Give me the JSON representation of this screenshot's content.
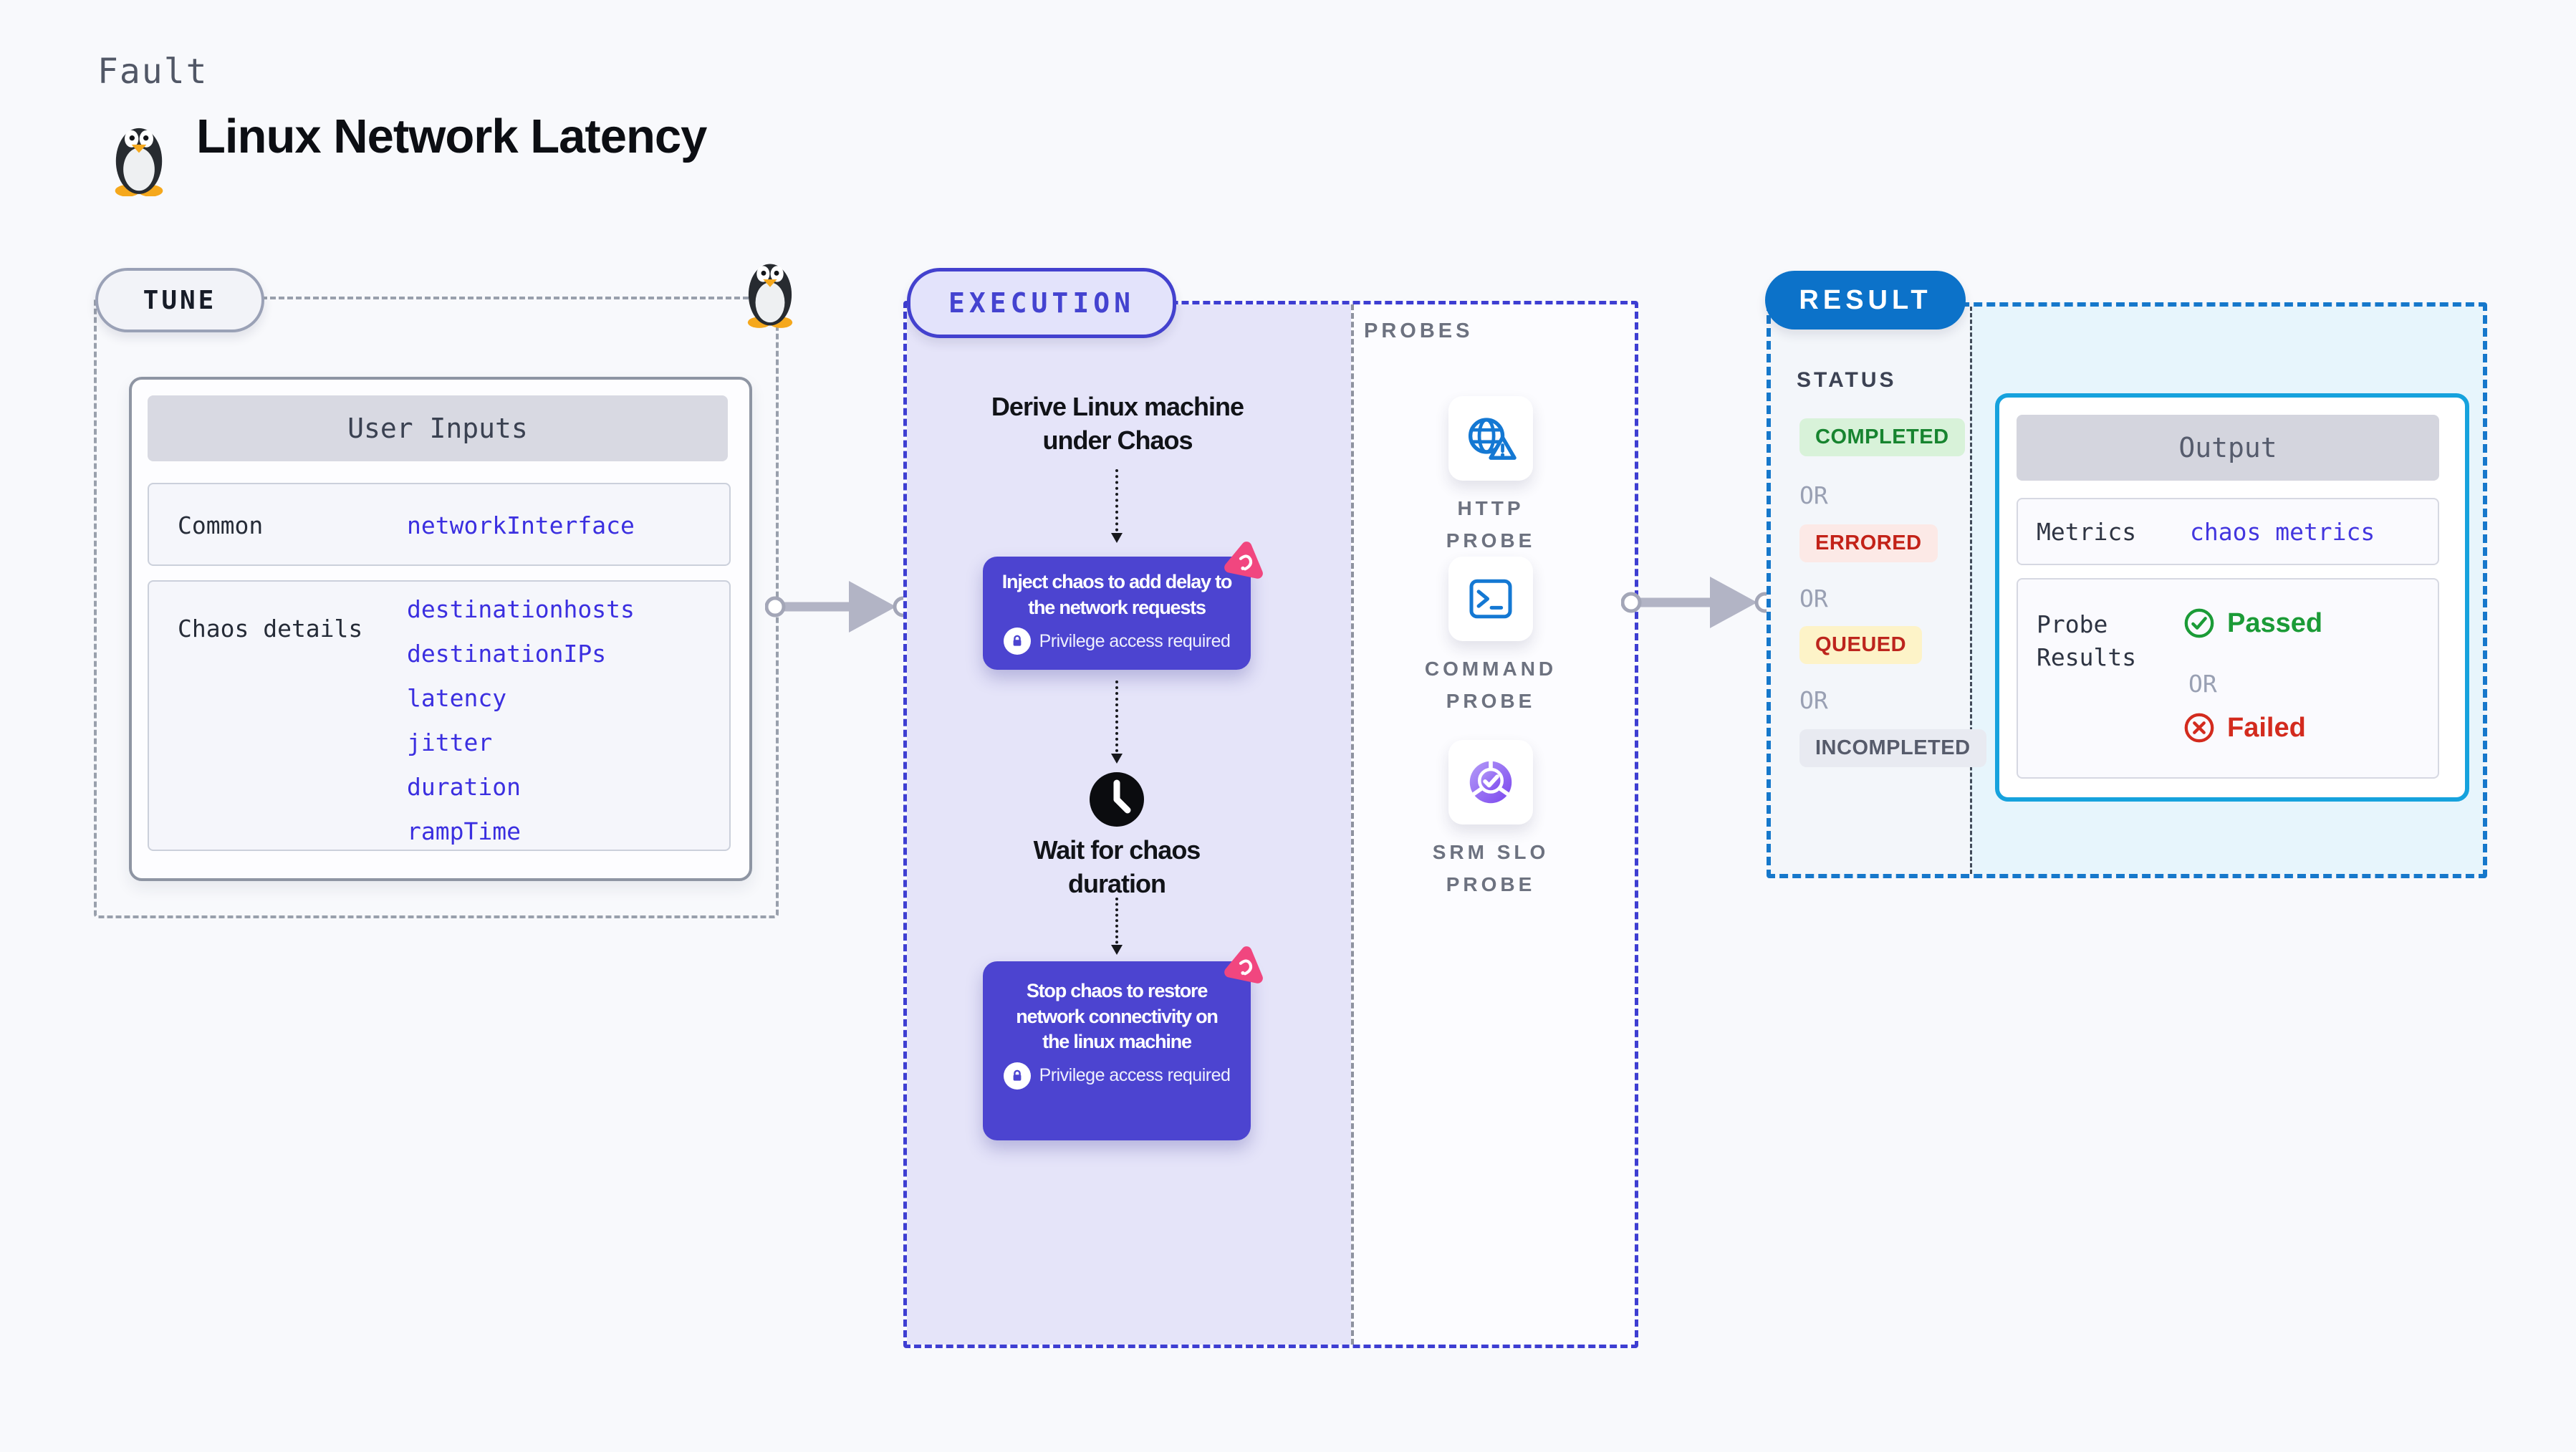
{
  "page": {
    "kind_label": "Fault",
    "title": "Linux Network Latency",
    "background": "#f8f9fc"
  },
  "tune": {
    "badge": "TUNE",
    "table": {
      "header": "User Inputs",
      "rows": [
        {
          "label": "Common",
          "values": [
            "networkInterface"
          ]
        },
        {
          "label": "Chaos details",
          "values": [
            "destinationhosts",
            "destinationIPs",
            "latency",
            "jitter",
            "duration",
            "rampTime"
          ]
        }
      ]
    }
  },
  "execution": {
    "badge": "EXECUTION",
    "derive_step": "Derive Linux machine under Chaos",
    "inject_step": "Inject chaos to add delay to the network requests",
    "wait_step": "Wait for chaos duration",
    "stop_step": "Stop chaos to restore network connectivity on the linux machine",
    "privilege_note": "Privilege access required"
  },
  "probes": {
    "heading": "PROBES",
    "items": [
      {
        "label": "HTTP PROBE",
        "icon": "globe-alert-icon"
      },
      {
        "label": "COMMAND PROBE",
        "icon": "terminal-icon"
      },
      {
        "label": "SRM SLO PROBE",
        "icon": "slo-pie-icon"
      }
    ]
  },
  "result": {
    "badge": "RESULT",
    "status_heading": "STATUS",
    "or_label": "OR",
    "statuses": [
      {
        "label": "COMPLETED",
        "bg": "#d8f2d9",
        "color": "#17842f"
      },
      {
        "label": "ERRORED",
        "bg": "#fce9e6",
        "color": "#c32218"
      },
      {
        "label": "QUEUED",
        "bg": "#fdf3c8",
        "color": "#bd251d"
      },
      {
        "label": "INCOMPLETED",
        "bg": "#e8eaf1",
        "color": "#565b6b"
      }
    ],
    "output": {
      "header": "Output",
      "metrics_label": "Metrics",
      "metrics_value": "chaos metrics",
      "probe_results_label": "Probe Results",
      "passed_label": "Passed",
      "failed_label": "Failed"
    }
  },
  "colors": {
    "accent_indigo": "#4c44d0",
    "indigo_dash": "#3e3ed2",
    "lavender_fill": "#e5e4f9",
    "result_blue": "#0c72c9",
    "result_dash": "#1678cb",
    "output_border": "#16a2dd",
    "cyan_fill": "#e7f5fc",
    "value_blue": "#3b2fe0",
    "passed_green": "#1b9b37",
    "failed_red": "#d32b1e",
    "pink_badge": "#f1467f",
    "probe_icon_blue": "#1478d3"
  }
}
